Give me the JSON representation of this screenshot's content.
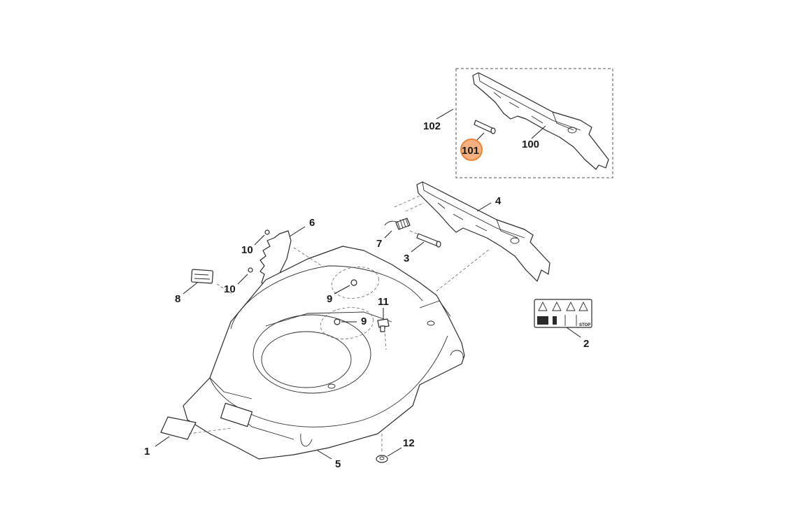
{
  "callouts": {
    "c1": "1",
    "c2": "2",
    "c3": "3",
    "c4": "4",
    "c5": "5",
    "c6": "6",
    "c7": "7",
    "c8": "8",
    "c9a": "9",
    "c9b": "9",
    "c10a": "10",
    "c10b": "10",
    "c11": "11",
    "c12": "12",
    "c100": "100",
    "c101": "101",
    "c102": "102"
  },
  "label_text": {
    "stop": "STOP"
  },
  "highlight": {
    "part": "101",
    "color": "#e8843a"
  }
}
